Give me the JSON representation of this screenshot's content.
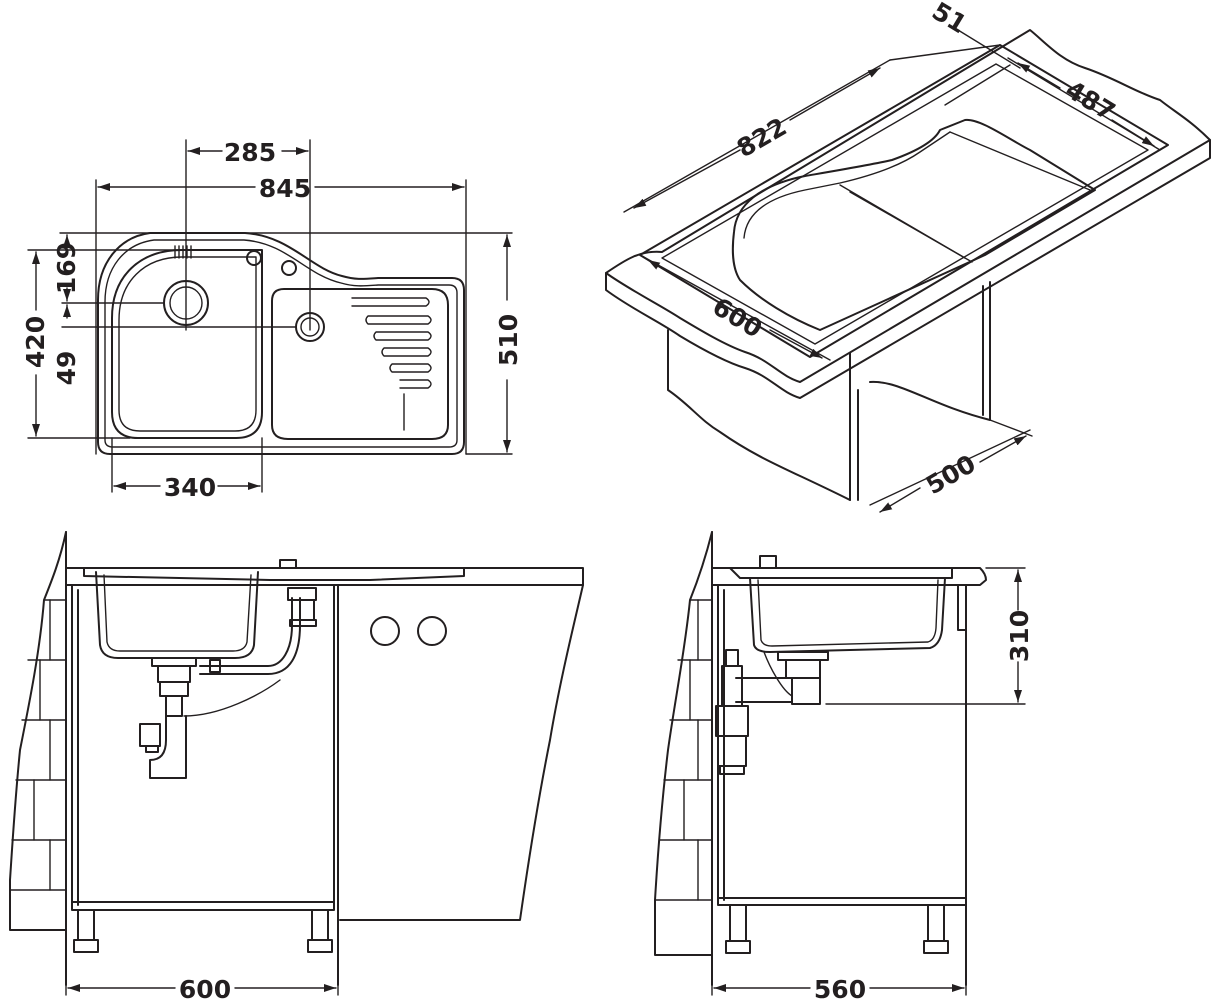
{
  "dimensions": {
    "top_view": {
      "d285": "285",
      "d845": "845",
      "d169": "169",
      "d420": "420",
      "d49": "49",
      "d510": "510",
      "d340": "340"
    },
    "iso_view": {
      "d51": "51",
      "d487": "487",
      "d822": "822",
      "d600": "600",
      "d500": "500"
    },
    "front_view": {
      "d600": "600"
    },
    "side_view": {
      "d310": "310",
      "d560": "560"
    }
  },
  "colors": {
    "line": "#231f20",
    "background": "#ffffff"
  }
}
